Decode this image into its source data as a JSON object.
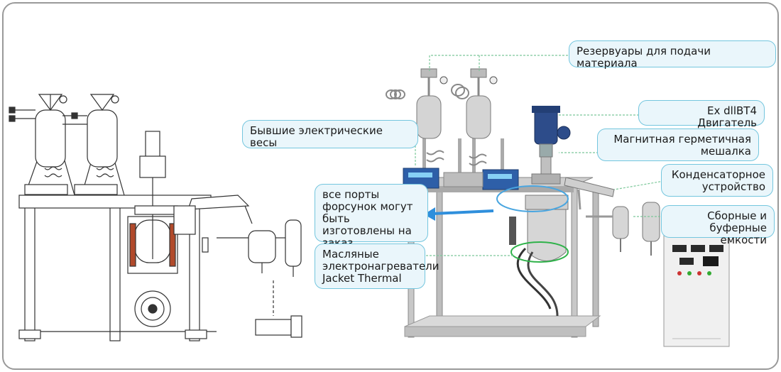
{
  "colors": {
    "leader_line": "#7cc89a",
    "callout_fill": "#eaf6fb",
    "callout_border": "#74c6de",
    "arrow": "#2f8fdc",
    "highlight_blue": "#4aa6e0",
    "highlight_green": "#2fb24a",
    "frame_border": "#9a9a9a"
  },
  "labels": {
    "feed_tanks": "Резервуары для подачи материала",
    "motor": "Ex dllBT4 Двигатель",
    "magnetic_stirrer": "Магнитная герметичная мешалка",
    "condenser": "Конденсаторное устройство",
    "collection_buffer": "Сборные и буферные емкости",
    "scales": "Бывшие электрические весы",
    "ports": "все порты форсунок могут быть изготовлены на заказ",
    "heater": "Масляные электронагреватели Jacket Thermal"
  }
}
